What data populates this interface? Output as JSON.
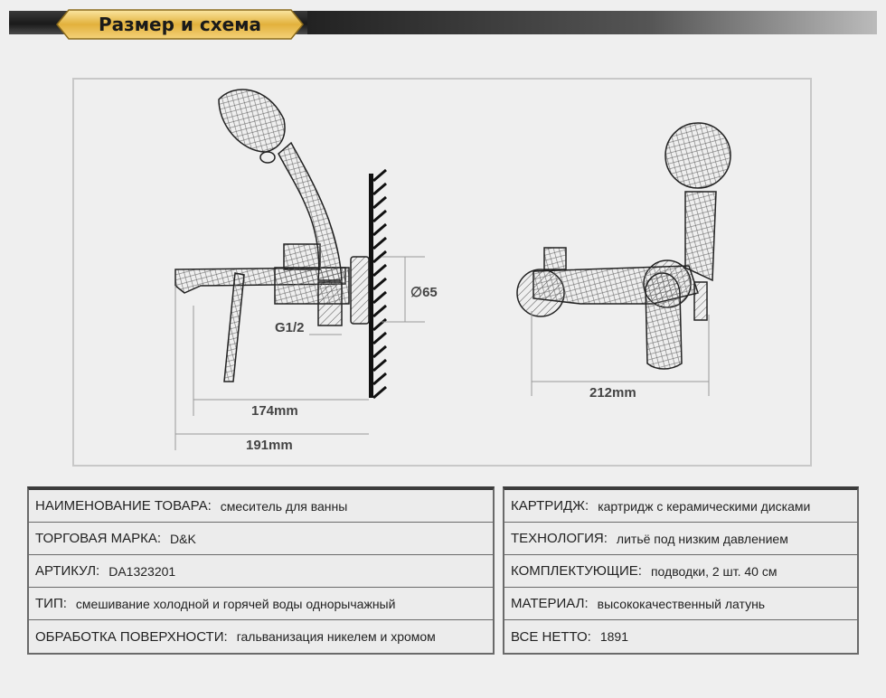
{
  "header": {
    "title": "Размер и схема"
  },
  "dimensions": {
    "diameter": "∅65",
    "thread": "G1/2",
    "depth_inner": "174mm",
    "depth_outer": "191mm",
    "width": "212mm"
  },
  "specs_left": [
    {
      "label": "НАИМЕНОВАНИЕ ТОВАРА:",
      "value": "смеситель для ванны"
    },
    {
      "label": "ТОРГОВАЯ МАРКА:",
      "value": "D&K"
    },
    {
      "label": "АРТИКУЛ:",
      "value": "DA1323201"
    },
    {
      "label": "ТИП:",
      "value": "смешивание холодной и горячей воды однорычажный"
    },
    {
      "label": "ОБРАБОТКА ПОВЕРХНОСТИ:",
      "value": "гальванизация никелем и хромом"
    }
  ],
  "specs_right": [
    {
      "label": "КАРТРИДЖ:",
      "value": "картридж с керамическими дисками"
    },
    {
      "label": "ТЕХНОЛОГИЯ:",
      "value": "литьё под низким давлением"
    },
    {
      "label": "КОМПЛЕКТУЮЩИЕ:",
      "value": "подводки, 2 шт. 40 см"
    },
    {
      "label": "МАТЕРИАЛ:",
      "value": "высококачественный латунь"
    },
    {
      "label": "ВСЕ НЕТТО:",
      "value": "1891"
    }
  ],
  "colors": {
    "banner_gold": "#e2b13c",
    "border": "#6a6a6a"
  }
}
